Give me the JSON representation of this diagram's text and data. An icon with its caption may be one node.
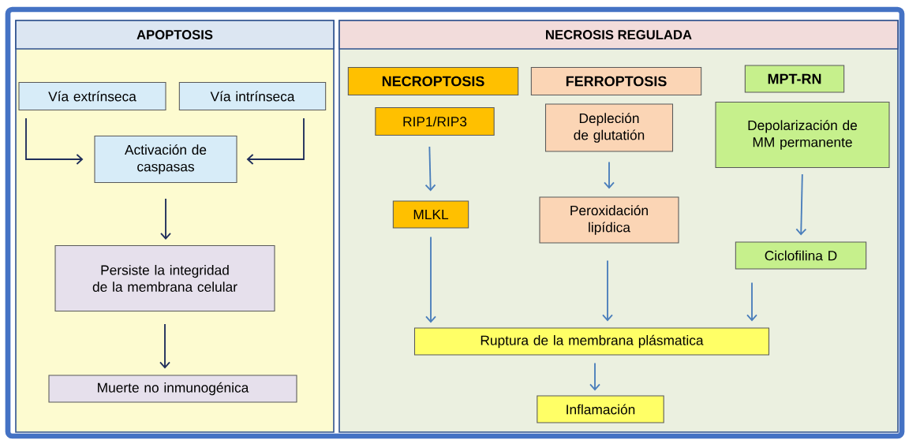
{
  "diagram": {
    "nodes": [
      {
        "text": [
          "APOPTOSIS"
        ]
      },
      {
        "text": [
          "Vía extrínseca"
        ],
        "in": 0
      },
      {
        "text": [
          "Vía intrínseca"
        ],
        "in": 0
      },
      {
        "text": [
          "Activación de caspasas"
        ],
        "in": 0
      },
      {
        "text": [
          "Persiste la integridad de la membrana celular"
        ],
        "in": 0
      },
      {
        "text": [
          "Muerte no inmunogénica"
        ],
        "in": 0
      },
      {
        "text": [
          "NECROSIS REGULADA"
        ]
      },
      {
        "text": [
          "NECROPTOSIS"
        ],
        "in": 6
      },
      {
        "text": [
          "FERROPTOSIS"
        ],
        "in": 6
      },
      {
        "text": [
          "MPT-RN"
        ],
        "in": 6
      },
      {
        "text": [
          "RIP1/RIP3"
        ],
        "in": 6
      },
      {
        "text": [
          "Depleción de glutatión"
        ],
        "in": 6
      },
      {
        "text": [
          "Depolarización de MM permanente"
        ],
        "in": 6
      },
      {
        "text": [
          "MLKL"
        ],
        "in": 6
      },
      {
        "text": [
          "Peroxidación lipídica"
        ],
        "in": 6
      },
      {
        "text": [
          "Ciclofilina D"
        ],
        "in": 6
      },
      {
        "text": [
          "Ruptura de la membrana plásmatica"
        ],
        "in": 6
      },
      {
        "text": [
          "Inflamación"
        ],
        "in": 6
      }
    ],
    "edges": [
      {
        "from": 1,
        "to": 3,
        "arrow": "to",
        "color": "#1f2d5a"
      },
      {
        "from": 2,
        "to": 3,
        "arrow": "to",
        "color": "#1f2d5a"
      },
      {
        "from": 3,
        "to": 4,
        "arrow": "to",
        "color": "#1f2d5a"
      },
      {
        "from": 4,
        "to": 5,
        "arrow": "to",
        "color": "#1f2d5a"
      },
      {
        "from": 10,
        "to": 13,
        "arrow": "to"
      },
      {
        "from": 11,
        "to": 14,
        "arrow": "to"
      },
      {
        "from": 12,
        "to": 15,
        "arrow": "to"
      },
      {
        "from": 13,
        "to": 16,
        "arrow": "to"
      },
      {
        "from": 14,
        "to": 16,
        "arrow": "to"
      },
      {
        "from": 15,
        "to": 16,
        "arrow": "to"
      },
      {
        "from": 16,
        "to": 17,
        "arrow": "to"
      }
    ]
  }
}
